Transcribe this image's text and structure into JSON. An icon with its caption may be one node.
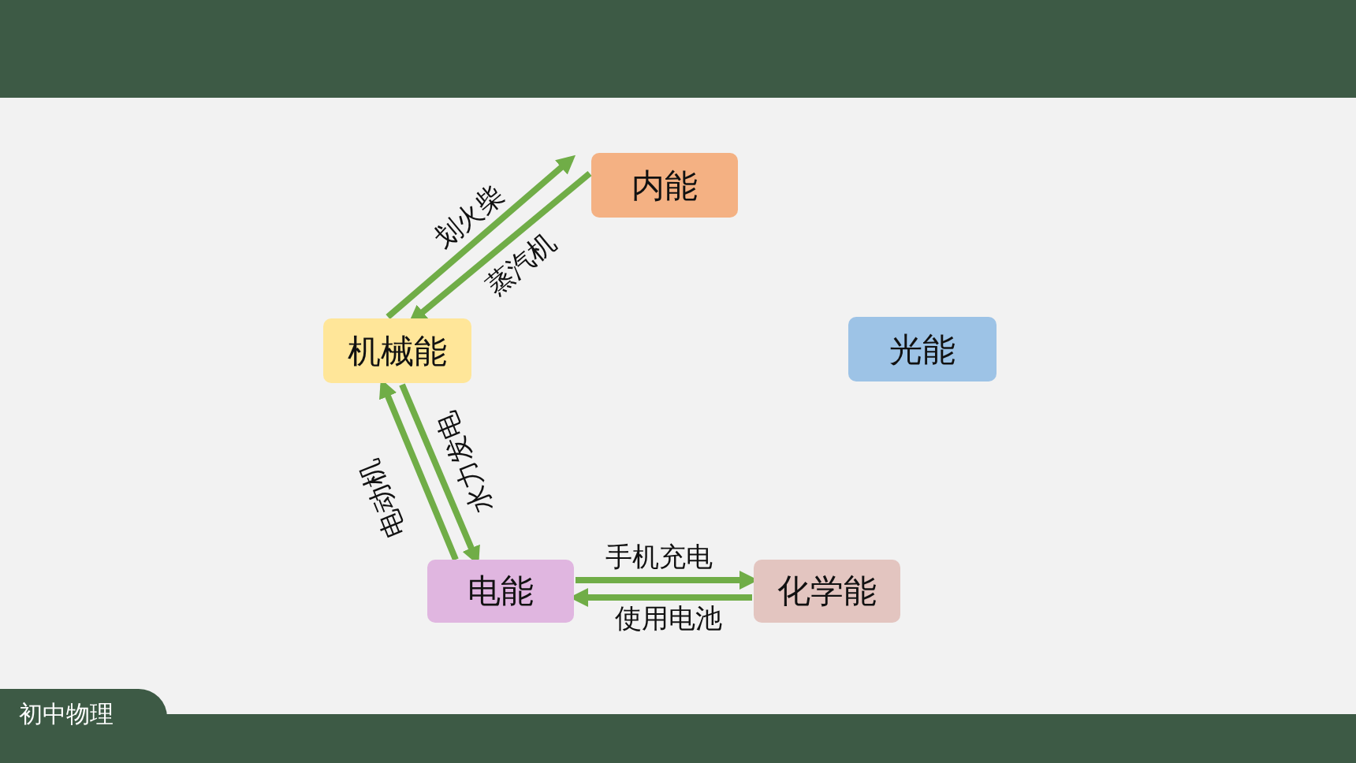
{
  "diagram": {
    "nodes": [
      {
        "text": [
          "内能"
        ]
      },
      {
        "text": [
          "机械能"
        ]
      },
      {
        "text": [
          "光能"
        ]
      },
      {
        "text": [
          "电能"
        ]
      },
      {
        "text": [
          "化学能"
        ]
      }
    ],
    "edges": [
      {
        "from": 1,
        "to": 0,
        "arrow": "to",
        "label": "划火柴"
      },
      {
        "from": 0,
        "to": 1,
        "arrow": "to",
        "label": "蒸汽机"
      },
      {
        "from": 3,
        "to": 1,
        "arrow": "to",
        "label": "电动机"
      },
      {
        "from": 1,
        "to": 3,
        "arrow": "to",
        "label": "水力发电"
      },
      {
        "from": 3,
        "to": 4,
        "arrow": "to",
        "label": "手机充电"
      },
      {
        "from": 4,
        "to": 3,
        "arrow": "to",
        "label": "使用电池"
      }
    ],
    "labels": [
      "初中物理"
    ]
  }
}
